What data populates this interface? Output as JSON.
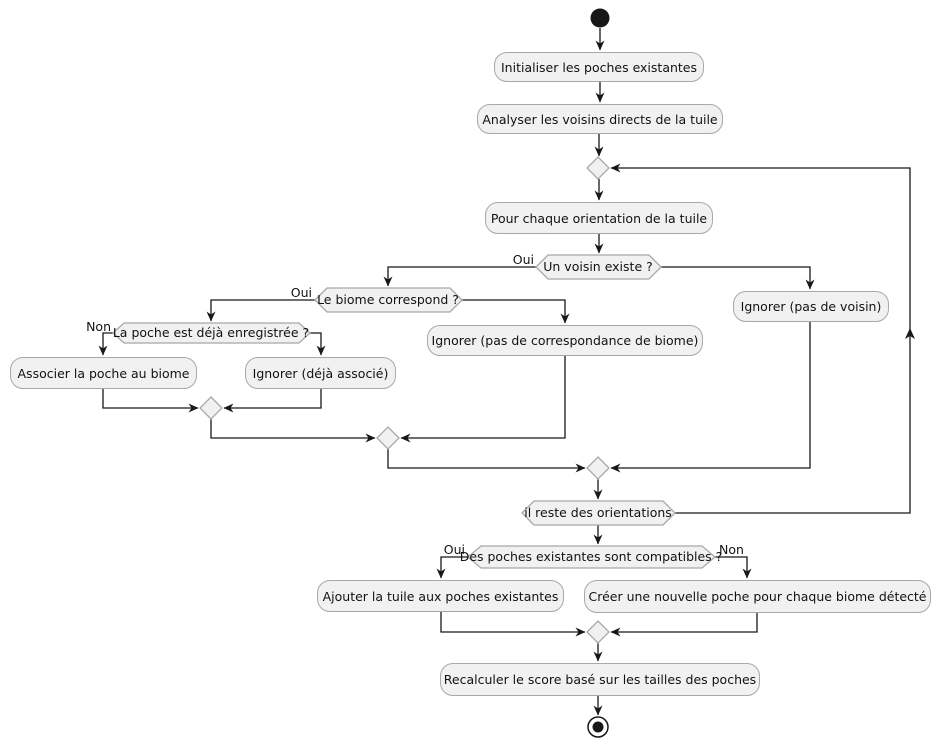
{
  "colors": {
    "background": "#ffffff",
    "node_fill": "#f1f1f1",
    "node_border": "#a8a8a8",
    "line": "#181818",
    "text": "#121212"
  },
  "activities": {
    "init": "Initialiser les poches existantes",
    "analyze": "Analyser les voisins directs de la tuile",
    "for_each": "Pour chaque orientation de la tuile",
    "ignore_no_neighbor": "Ignorer (pas de voisin)",
    "ignore_no_biome_match": "Ignorer (pas de correspondance de biome)",
    "associate": "Associer la poche au biome",
    "ignore_already": "Ignorer (déjà associé)",
    "add_tile": "Ajouter la tuile aux poches existantes",
    "create_pocket": "Créer une nouvelle poche pour chaque biome détecté",
    "recalculate": "Recalculer le score basé sur les tailles des poches"
  },
  "decisions": {
    "neighbor": "Un voisin existe ?",
    "biome": "Le biome correspond ?",
    "pocket_registered": "La poche est déjà enregistrée ?",
    "orientations_left": "il reste des orientations",
    "compatible": "Des poches existantes sont compatibles ?"
  },
  "edge_labels": {
    "neighbor_yes": "Oui",
    "biome_yes": "Oui",
    "pocket_no": "Non",
    "compatible_yes": "Oui",
    "compatible_no": "Non"
  }
}
